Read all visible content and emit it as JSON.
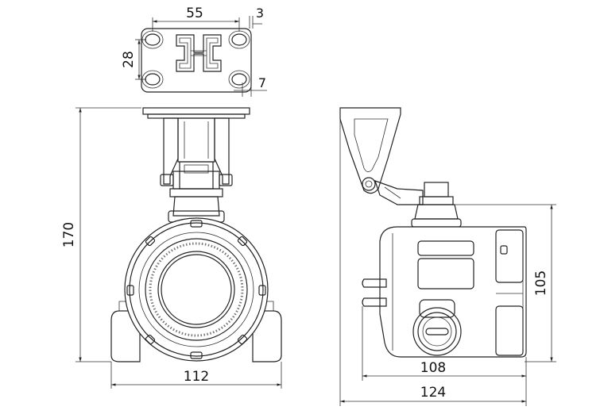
{
  "dimensions": {
    "bracket_width": "55",
    "bracket_height": "28",
    "bracket_edge_top": "3",
    "bracket_edge_bottom": "7",
    "front_height": "170",
    "front_width": "112",
    "side_height": "105",
    "side_body_width": "108",
    "side_total_width": "124"
  },
  "colors": {
    "line": "#222222",
    "background": "#ffffff"
  }
}
